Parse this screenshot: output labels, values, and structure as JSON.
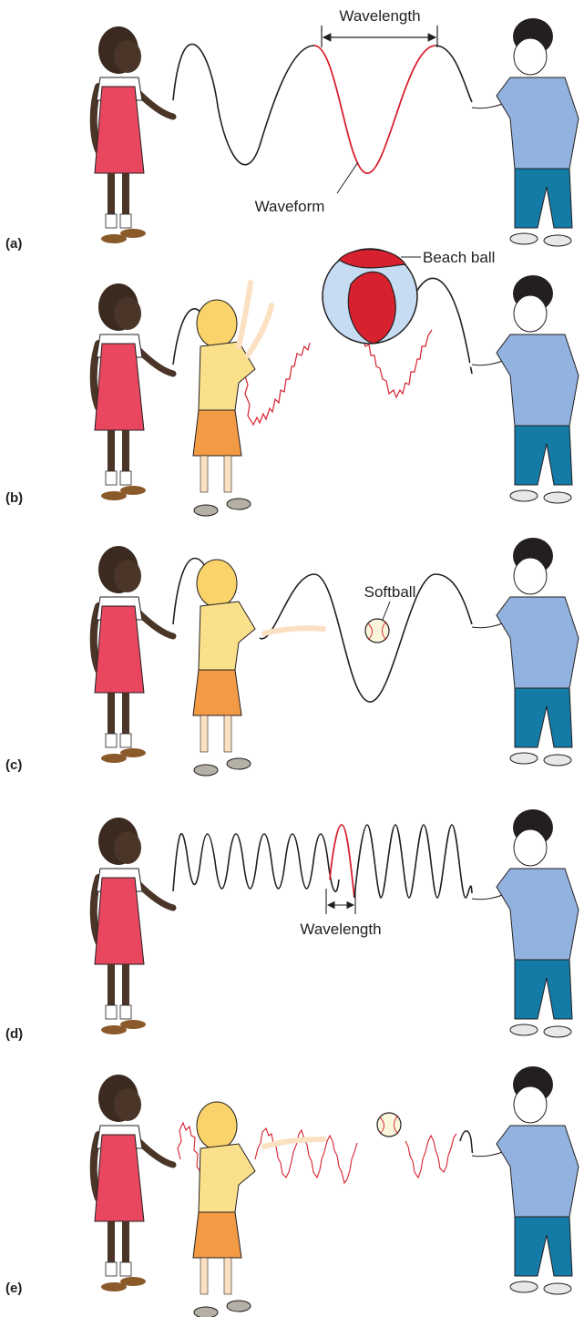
{
  "figure": {
    "colors": {
      "rope": "#231f20",
      "highlight": "#d7212e",
      "girl_skin": "#4a3528",
      "girl_dress": "#e8475f",
      "boy_shirt": "#92b3e0",
      "boy_pants": "#147aa6",
      "child_shirt": "#fbe08c",
      "child_skirt": "#f39a45",
      "beach_ball_light": "#c5dcf3",
      "beach_ball_red": "#d7212e",
      "softball": "#faf6dc"
    },
    "panels": [
      {
        "id": "a",
        "label": "(a)",
        "annotations": [
          "Wavelength",
          "Waveform"
        ]
      },
      {
        "id": "b",
        "label": "(b)",
        "annotations": [
          "Beach ball"
        ]
      },
      {
        "id": "c",
        "label": "(c)",
        "annotations": [
          "Softball"
        ]
      },
      {
        "id": "d",
        "label": "(d)",
        "annotations": [
          "Wavelength"
        ]
      },
      {
        "id": "e",
        "label": "(e)",
        "annotations": []
      }
    ]
  }
}
